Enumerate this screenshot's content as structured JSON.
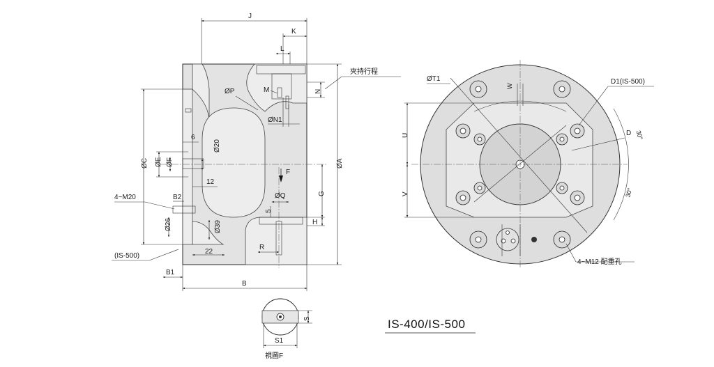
{
  "title": "IS-400/IS-500",
  "side_view": {
    "dims": {
      "J": "J",
      "K": "K",
      "L": "L",
      "M": "M",
      "N": "N",
      "clamp_stroke": "夾持行程",
      "P": "ØP",
      "N1": "ØN1",
      "d20": "Ø20",
      "six": "6",
      "twelve": "12",
      "C": "ØC",
      "E": "ØE",
      "F": "ØF",
      "A": "ØA",
      "m20": "4~M20",
      "B2": "B2",
      "Q": "ØQ",
      "G": "G",
      "five": "5",
      "H": "H",
      "d26": "Ø26",
      "d39": "Ø39",
      "twentytwo": "22",
      "R": "R",
      "is500": "(IS-500)",
      "B1": "B1",
      "B": "B",
      "view_arrow": "F"
    }
  },
  "front_view": {
    "dims": {
      "T1": "ØT1",
      "W": "W",
      "D1": "D1(IS-500)",
      "D": "D",
      "U": "U",
      "V": "V",
      "angle1": "30°",
      "angle2": "30°",
      "m12": "4~M12 配重孔"
    }
  },
  "view_f": {
    "dims": {
      "S": "S",
      "S1": "S1",
      "caption": "視圖F"
    }
  }
}
